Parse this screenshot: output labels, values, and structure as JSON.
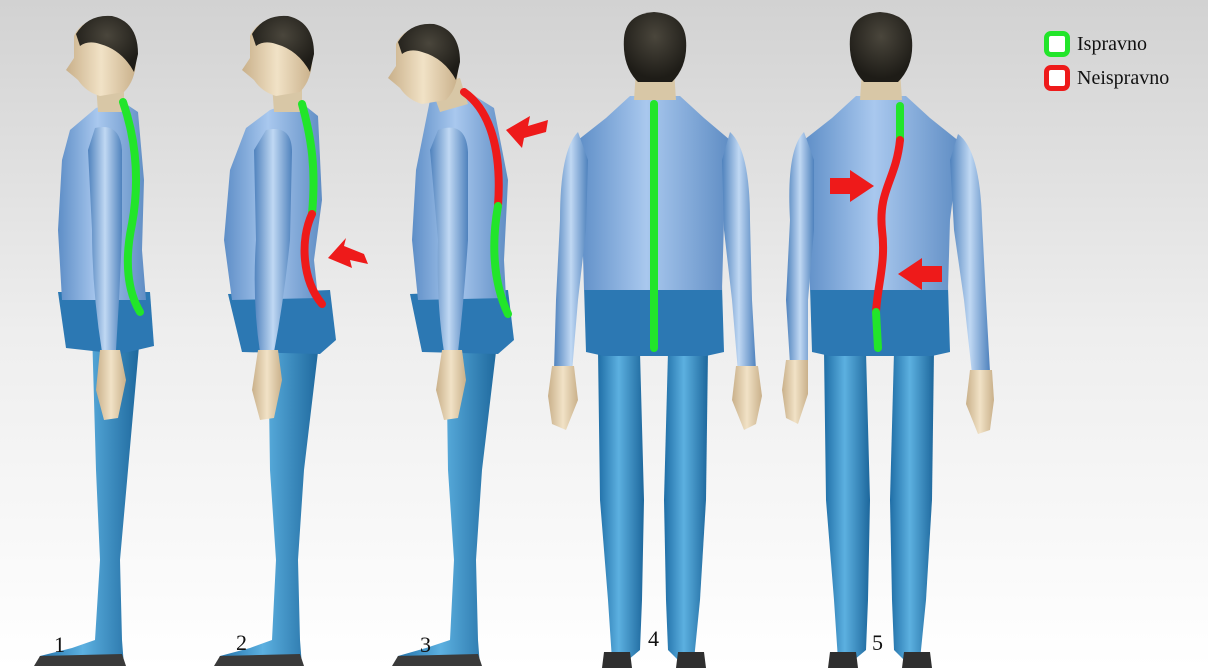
{
  "colors": {
    "correct": "#22e52a",
    "incorrect": "#ee1a1a",
    "shirt": "#7ea9d8",
    "pants": "#2f86c0",
    "skin": "#e8d4b4",
    "hair": "#2d2a22",
    "shoe": "#3b3b3b"
  },
  "legend": [
    {
      "label": "Ispravno",
      "status": "correct"
    },
    {
      "label": "Neispravno",
      "status": "incorrect"
    }
  ],
  "figures": [
    {
      "number": "1",
      "view": "side",
      "posture": "correct",
      "spine_segments": [
        "correct"
      ],
      "arrows": 0
    },
    {
      "number": "2",
      "view": "side",
      "posture": "lumbar lordosis",
      "spine_segments": [
        "correct",
        "incorrect"
      ],
      "arrows": 1
    },
    {
      "number": "3",
      "view": "side",
      "posture": "thoracic kyphosis",
      "spine_segments": [
        "incorrect",
        "correct"
      ],
      "arrows": 1
    },
    {
      "number": "4",
      "view": "back",
      "posture": "correct",
      "spine_segments": [
        "correct"
      ],
      "arrows": 0
    },
    {
      "number": "5",
      "view": "back",
      "posture": "scoliosis",
      "spine_segments": [
        "correct",
        "incorrect",
        "correct"
      ],
      "arrows": 2
    }
  ]
}
